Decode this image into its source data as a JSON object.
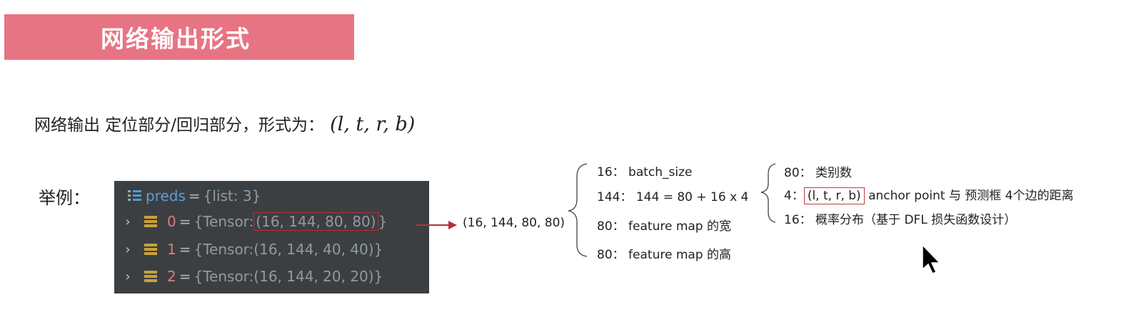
{
  "banner": {
    "title": "网络输出形式"
  },
  "intro": {
    "text": "网络输出 定位部分/回归部分，形式为：",
    "formula": "(l, t, r, b)"
  },
  "example_label": "举例：",
  "debugger": {
    "root": {
      "name": "preds",
      "eq": "=",
      "value": "{list: 3}"
    },
    "items": [
      {
        "index": "0",
        "eq": "=",
        "prefix": "{Tensor: ",
        "shape": "(16, 144, 80, 80)",
        "suffix": "}"
      },
      {
        "index": "1",
        "eq": "=",
        "prefix": "{Tensor: ",
        "shape": "(16, 144, 40, 40)",
        "suffix": "}"
      },
      {
        "index": "2",
        "eq": "=",
        "prefix": "{Tensor: ",
        "shape": "(16, 144, 20, 20)",
        "suffix": "}"
      }
    ]
  },
  "arrow_target": "(16, 144, 80, 80)",
  "dims": [
    {
      "label": "16：",
      "desc": "batch_size"
    },
    {
      "label": "144：",
      "desc": "144 = 80 + 16 x 4"
    },
    {
      "label": "80：",
      "desc": "feature map 的宽"
    },
    {
      "label": "80：",
      "desc": "feature map 的高"
    }
  ],
  "channel_breakdown": [
    {
      "label": "80：",
      "desc": "类别数"
    },
    {
      "label": "4：",
      "boxed": "(l, t, r, b)",
      "desc": "anchor point 与 预测框 4个边的距离"
    },
    {
      "label": "16：",
      "desc": "概率分布（基于 DFL 损失函数设计）"
    }
  ],
  "colors": {
    "banner": "#e77482",
    "highlight": "#c43a48",
    "debug_bg": "#3c3f41"
  }
}
